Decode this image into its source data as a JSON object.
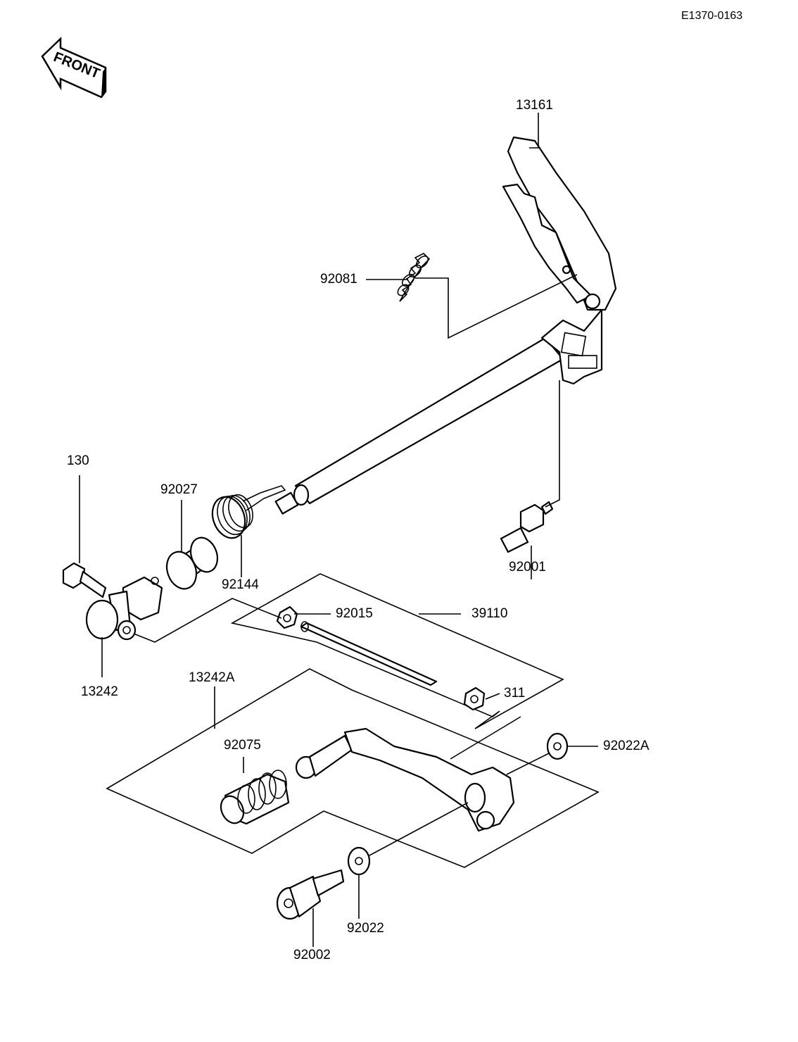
{
  "diagram_code": "E1370-0163",
  "front_arrow": {
    "label": "FRONT",
    "icon": "front-direction-arrow"
  },
  "labels": {
    "p13161": "13161",
    "p92081": "92081",
    "p130": "130",
    "p92027": "92027",
    "p92144": "92144",
    "p92001": "92001",
    "p92015": "92015",
    "p39110": "39110",
    "p13242": "13242",
    "p13242A": "13242A",
    "p311": "311",
    "p92075": "92075",
    "p92022A": "92022A",
    "p92022": "92022",
    "p92002": "92002"
  }
}
